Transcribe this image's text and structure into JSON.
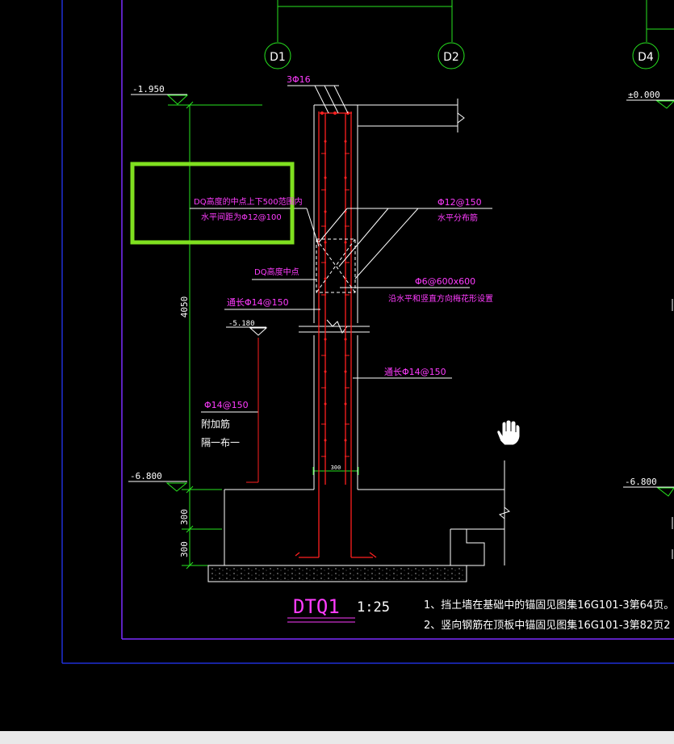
{
  "axes": [
    "D1",
    "D2",
    "D4"
  ],
  "elevations": {
    "top_left": "-1.950",
    "top_right": "±0.000",
    "mid_left": "-5.180",
    "bottom_left": "-6.800",
    "bottom_right": "-6.800"
  },
  "dimensions": {
    "height_main": "4050",
    "height_lower1": "300",
    "height_lower2": "300",
    "wall_thickness": "300"
  },
  "rebar_labels": {
    "top_bars": "3Φ16",
    "horiz_dist": "Φ12@150",
    "horiz_dist_note": "水平分布筋",
    "tie": "Φ6@600x600",
    "tie_note": "沿水平和竖直方向梅花形设置",
    "vert_right": "通长Φ14@150",
    "vert_left": "通长Φ14@150",
    "cold_joint": "DQ高度中点",
    "add_bar": "Φ14@150",
    "add_note1": "附加筋",
    "add_note2": "隔一布一"
  },
  "highlight": {
    "line1": "DQ高度的中点上下500范围内",
    "line2": "水平间距为Φ12@100",
    "color": "#7fe01f"
  },
  "title": {
    "name": "DTQ1",
    "scale": "1:25"
  },
  "notes": [
    "1、挡土墙在基础中的锚固见图集16G101-3第64页。",
    "2、竖向钢筋在顶板中锚固见图集16G101-3第82页2"
  ],
  "colors": {
    "frame": "#7a2cff",
    "outer_frame": "#1f2fd6",
    "green": "#27e51f",
    "red": "#ff2020",
    "magenta": "#ff3cff",
    "white": "#ffffff"
  }
}
